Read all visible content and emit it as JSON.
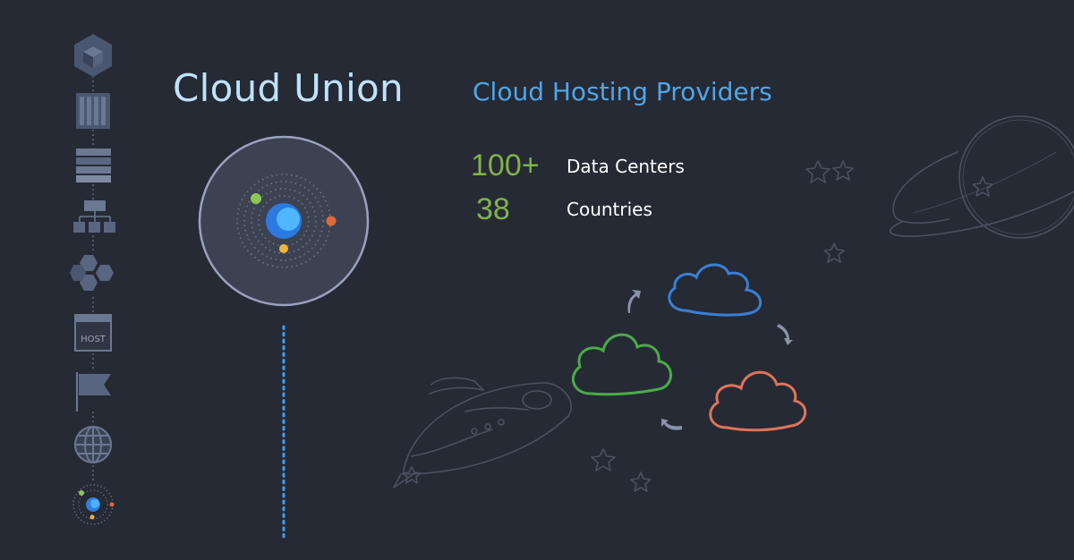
{
  "header": {
    "title": "Cloud Union",
    "subtitle": "Cloud Hosting Providers"
  },
  "stats": [
    {
      "value": "100+",
      "label": "Data Centers"
    },
    {
      "value": "38",
      "label": "Countries"
    }
  ],
  "sidebar": {
    "icons": [
      "cube-icon",
      "server-rack-icon",
      "stacked-layers-icon",
      "hierarchy-network-icon",
      "honeycomb-icon",
      "host-box-icon",
      "flag-icon",
      "globe-icon",
      "orbit-system-icon"
    ],
    "host_label": "HOST"
  },
  "colors": {
    "background": "#252a34",
    "title": "#bfe2fb",
    "subtitle": "#4ea6ea",
    "stat_value": "#7fb24a",
    "stat_label": "#ffffff",
    "cloud_blue": "#3a7fd6",
    "cloud_green": "#4caa4a",
    "cloud_orange": "#e0735c",
    "sketch_line": "#4a5160"
  }
}
